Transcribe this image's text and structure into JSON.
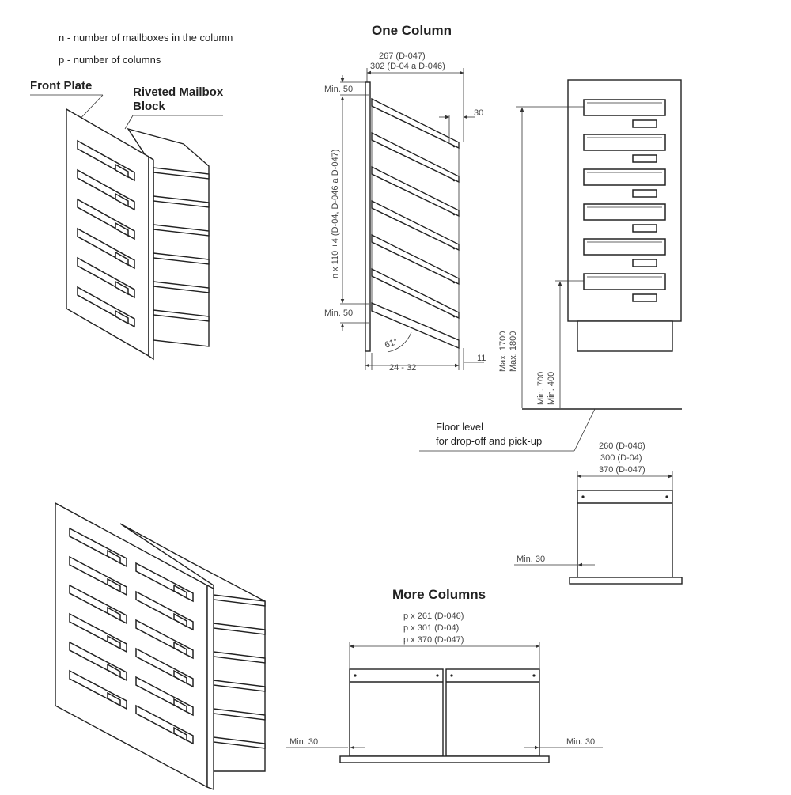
{
  "legend": {
    "n_line": "n - number of mailboxes in the column",
    "p_line": "p - number of columns"
  },
  "labels": {
    "front_plate": "Front Plate",
    "riveted_line1": "Riveted Mailbox",
    "riveted_line2": "Block"
  },
  "one_column": {
    "title": "One Column",
    "dim_top_1": "267 (D-047)",
    "dim_top_2": "302 (D-04 a D-046)",
    "min_50_top": "Min. 50",
    "min_50_bottom": "Min. 50",
    "height_formula": "n x 110 +4 (D-04, D-046 a D-047)",
    "dim_30": "30",
    "angle": "61°",
    "dim_24_32": "24 - 32",
    "dim_11": "11",
    "max_1700": "Max. 1700",
    "max_1800": "Max. 1800",
    "min_700": "Min. 700",
    "min_400": "Min. 400",
    "floor_line1": "Floor level",
    "floor_line2": "for drop-off and pick-up"
  },
  "top_view": {
    "dim_1": "260 (D-046)",
    "dim_2": "300 (D-04)",
    "dim_3": "370 (D-047)",
    "min_30": "Min. 30"
  },
  "more_columns": {
    "title": "More Columns",
    "dim_1": "p x 261 (D-046)",
    "dim_2": "p x 301 (D-04)",
    "dim_3": "p x 370 (D-047)",
    "min_30_left": "Min. 30",
    "min_30_right": "Min. 30"
  }
}
